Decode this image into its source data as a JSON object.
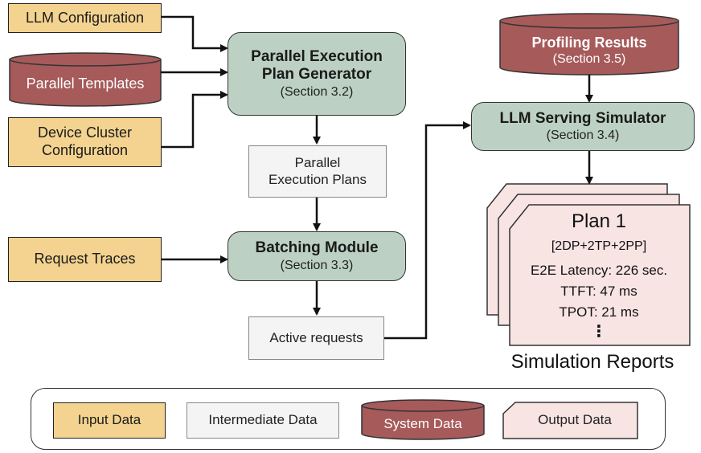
{
  "inputs": {
    "llm_config": "LLM Configuration",
    "device_cluster_line1": "Device Cluster",
    "device_cluster_line2": "Configuration",
    "request_traces": "Request Traces"
  },
  "system_data": {
    "parallel_templates": "Parallel Templates",
    "profiling_results": "Profiling Results",
    "profiling_section": "(Section 3.5)"
  },
  "modules": {
    "plan_generator_line1": "Parallel Execution",
    "plan_generator_line2": "Plan Generator",
    "plan_generator_section": "(Section 3.2)",
    "batching_title": "Batching Module",
    "batching_section": "(Section 3.3)",
    "simulator_title": "LLM Serving Simulator",
    "simulator_section": "(Section 3.4)"
  },
  "intermediate": {
    "plans_line1": "Parallel",
    "plans_line2": "Execution Plans",
    "active_requests": "Active requests"
  },
  "report": {
    "title": "Plan 1",
    "config": "[2DP+2TP+2PP]",
    "e2e": "E2E Latency: 226 sec.",
    "ttft": "TTFT: 47 ms",
    "tpot": "TPOT: 21 ms",
    "ellipsis": "⋮",
    "caption": "Simulation Reports"
  },
  "legend": {
    "input": "Input Data",
    "intermediate": "Intermediate Data",
    "system": "System Data",
    "output": "Output Data"
  },
  "colors": {
    "input_fill": "#f3d38f",
    "module_fill": "#bcd1c4",
    "system_fill": "#a65a5a",
    "intermediate_fill": "#f4f4f4",
    "output_fill": "#f9e4e4"
  }
}
